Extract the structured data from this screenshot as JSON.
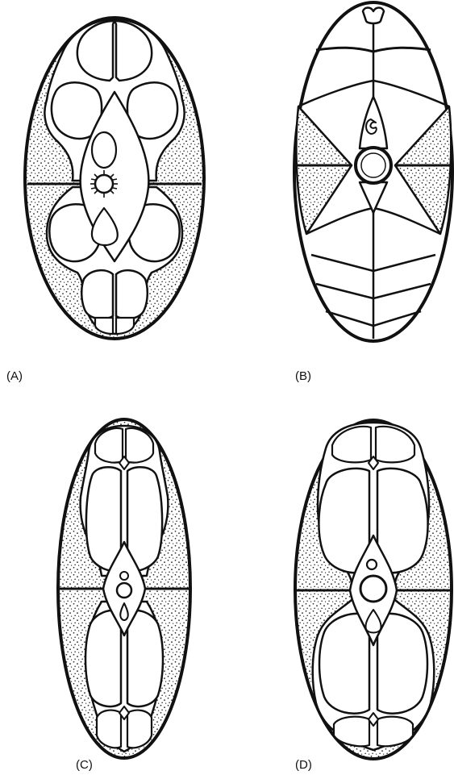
{
  "figure": {
    "panels": [
      {
        "id": "A",
        "label": "(A)"
      },
      {
        "id": "B",
        "label": "(B)"
      },
      {
        "id": "C",
        "label": "(C)"
      },
      {
        "id": "D",
        "label": "(D)"
      }
    ]
  }
}
